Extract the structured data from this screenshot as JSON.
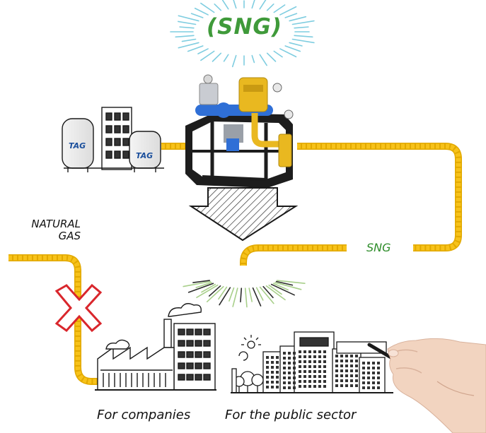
{
  "title": "(SNG)",
  "labels": {
    "natural_gas_line1": "NATURAL",
    "natural_gas_line2": "GAS",
    "sng": "SNG",
    "for_companies": "For companies",
    "for_public_sector": "For the public sector"
  },
  "tank_brand": "TAG",
  "colors": {
    "pipe": "#f7c21a",
    "pipe_edge": "#e2a900",
    "sng_green": "#3f9a3a",
    "rays_blue": "#7fcde0",
    "cross_red": "#d9262c",
    "sketch": "#1a1a1a"
  }
}
